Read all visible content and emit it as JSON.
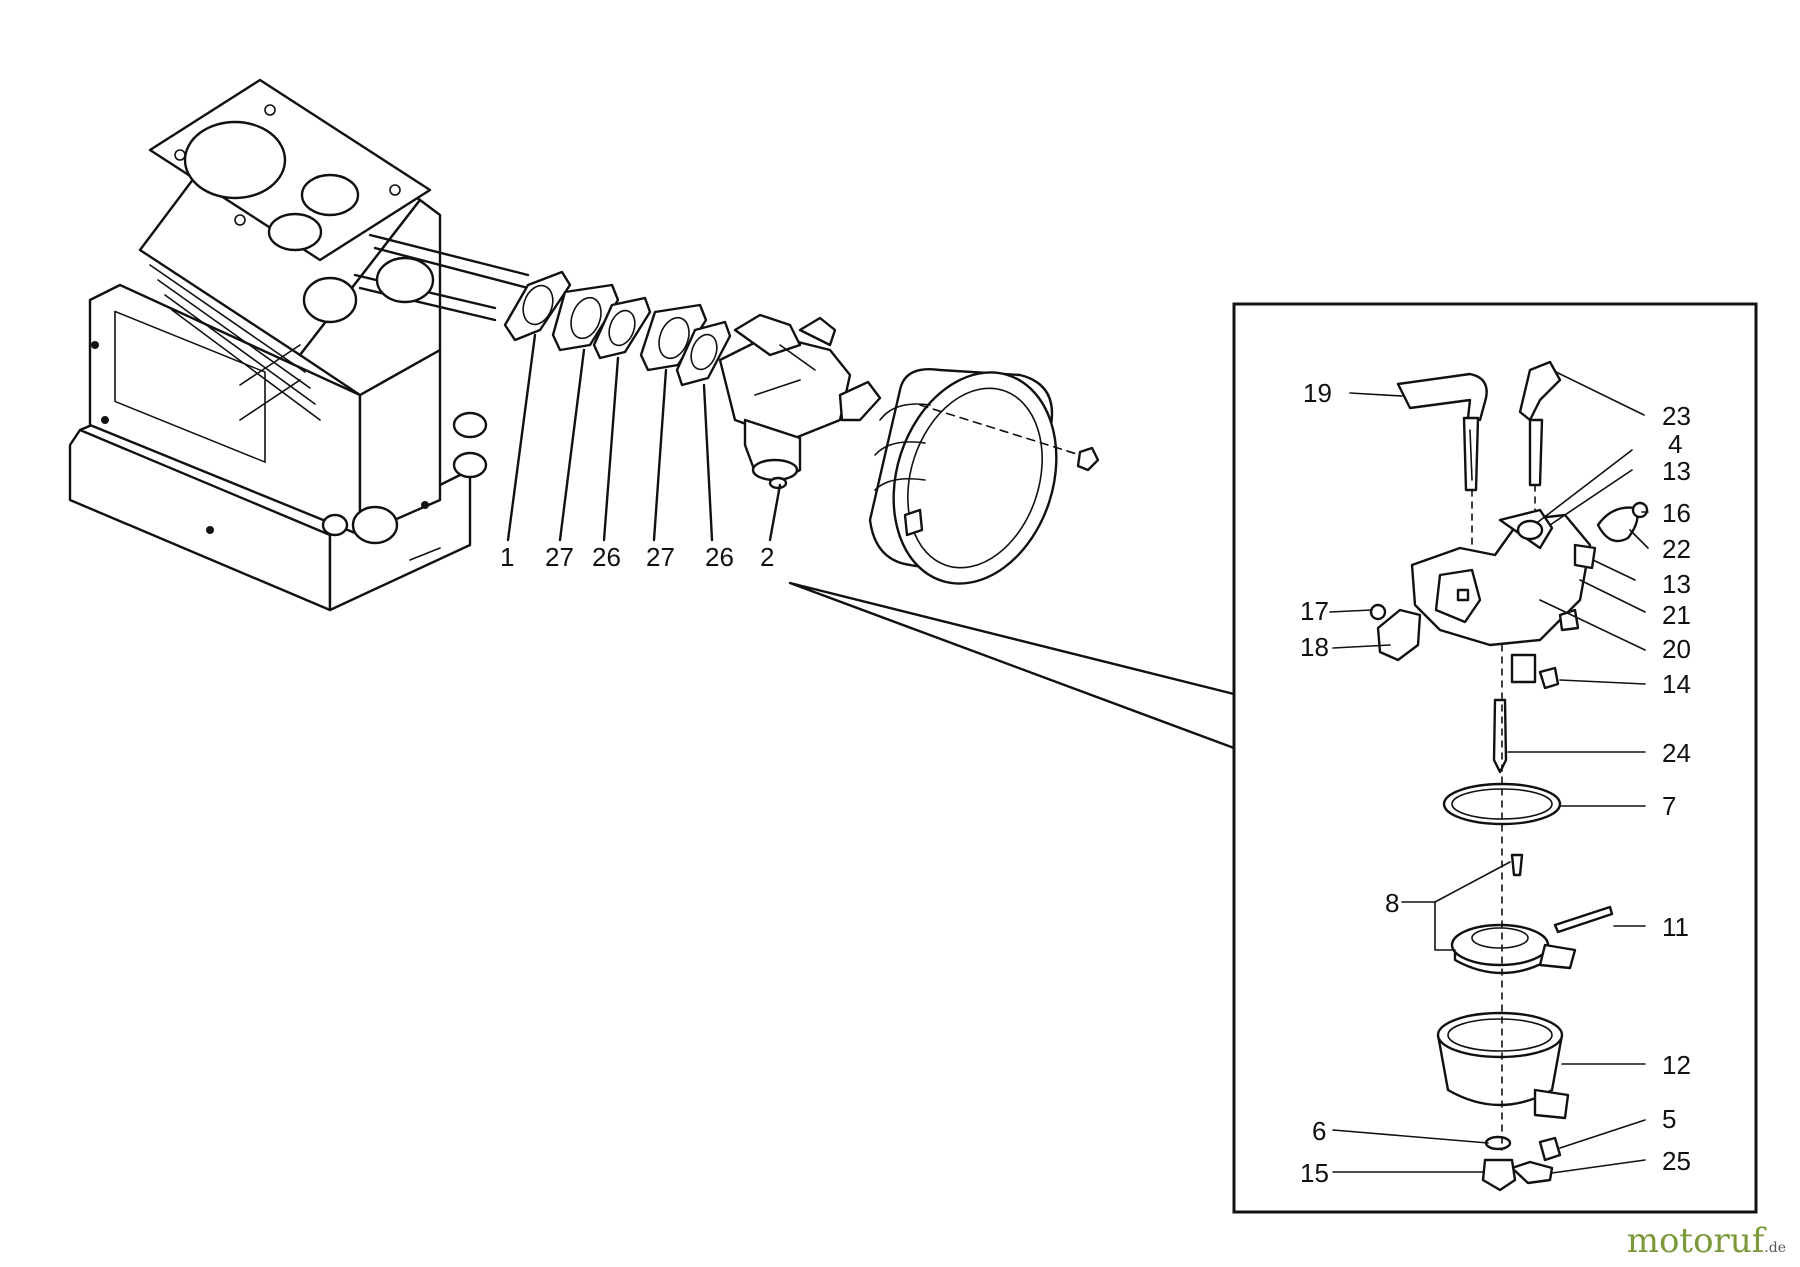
{
  "watermark": {
    "brand": "motoruf",
    "tld": ".de"
  },
  "labels": {
    "l1": "1",
    "l27a": "27",
    "l26a": "26",
    "l27b": "27",
    "l26b": "26",
    "l2": "2",
    "l19": "19",
    "l23": "23",
    "l4": "4",
    "l13a": "13",
    "l16": "16",
    "l22": "22",
    "l13b": "13",
    "l21": "21",
    "l20": "20",
    "l17": "17",
    "l18": "18",
    "l14": "14",
    "l24": "24",
    "l7": "7",
    "l8": "8",
    "l11": "11",
    "l12": "12",
    "l6": "6",
    "l5": "5",
    "l15": "15",
    "l25": "25"
  }
}
